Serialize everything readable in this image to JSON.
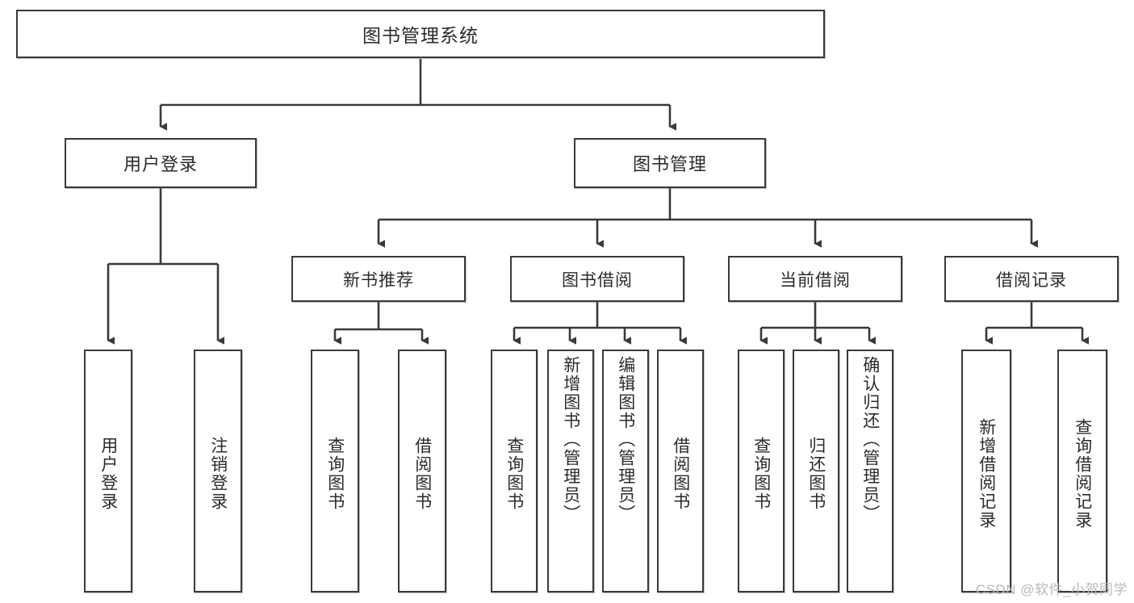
{
  "diagram": {
    "title": "图书管理系统",
    "watermark": "CSDN @软件_小贺同学",
    "root": {
      "label": "图书管理系统"
    },
    "level2": [
      {
        "label": "用户登录"
      },
      {
        "label": "图书管理"
      }
    ],
    "level3": [
      {
        "label": "新书推荐"
      },
      {
        "label": "图书借阅"
      },
      {
        "label": "当前借阅"
      },
      {
        "label": "借阅记录"
      }
    ],
    "leaves": {
      "user_login": [
        {
          "label": "用户登录"
        },
        {
          "label": "注销登录"
        }
      ],
      "new_book_recommend": [
        {
          "label": "查询图书"
        },
        {
          "label": "借阅图书"
        }
      ],
      "book_borrow": [
        {
          "label": "查询图书"
        },
        {
          "label": "新增图书（管理员）"
        },
        {
          "label": "编辑图书（管理员）"
        },
        {
          "label": "借阅图书"
        }
      ],
      "current_borrow": [
        {
          "label": "查询图书"
        },
        {
          "label": "归还图书"
        },
        {
          "label": "确认归还（管理员）"
        }
      ],
      "borrow_record": [
        {
          "label": "新增借阅记录"
        },
        {
          "label": "查询借阅记录"
        }
      ]
    },
    "colors": {
      "border": "#3a3a3a",
      "text": "#2b2b2b",
      "background": "#ffffff",
      "watermark": "#b9b9b9"
    }
  }
}
